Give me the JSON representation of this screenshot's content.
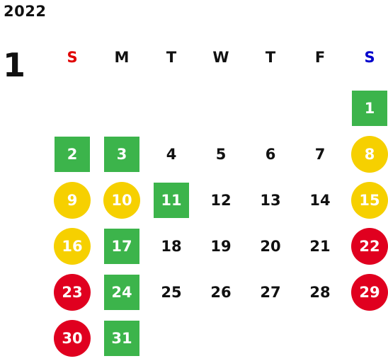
{
  "year": "2022",
  "month": "1",
  "weekdays": [
    {
      "label": "S",
      "color": "#e00000"
    },
    {
      "label": "M",
      "color": "#111111"
    },
    {
      "label": "T",
      "color": "#111111"
    },
    {
      "label": "W",
      "color": "#111111"
    },
    {
      "label": "T",
      "color": "#111111"
    },
    {
      "label": "F",
      "color": "#111111"
    },
    {
      "label": "S",
      "color": "#0000cc"
    }
  ],
  "legend_colors": {
    "green_square": "#3cb44b",
    "yellow_circle": "#f6d000",
    "red_circle": "#e0001f"
  },
  "days": [
    {
      "day": "1",
      "week": 0,
      "weekday": 6,
      "mark": "green-square"
    },
    {
      "day": "2",
      "week": 1,
      "weekday": 0,
      "mark": "green-square"
    },
    {
      "day": "3",
      "week": 1,
      "weekday": 1,
      "mark": "green-square"
    },
    {
      "day": "4",
      "week": 1,
      "weekday": 2,
      "mark": "none"
    },
    {
      "day": "5",
      "week": 1,
      "weekday": 3,
      "mark": "none"
    },
    {
      "day": "6",
      "week": 1,
      "weekday": 4,
      "mark": "none"
    },
    {
      "day": "7",
      "week": 1,
      "weekday": 5,
      "mark": "none"
    },
    {
      "day": "8",
      "week": 1,
      "weekday": 6,
      "mark": "yellow-circle"
    },
    {
      "day": "9",
      "week": 2,
      "weekday": 0,
      "mark": "yellow-circle"
    },
    {
      "day": "10",
      "week": 2,
      "weekday": 1,
      "mark": "yellow-circle"
    },
    {
      "day": "11",
      "week": 2,
      "weekday": 2,
      "mark": "green-square"
    },
    {
      "day": "12",
      "week": 2,
      "weekday": 3,
      "mark": "none"
    },
    {
      "day": "13",
      "week": 2,
      "weekday": 4,
      "mark": "none"
    },
    {
      "day": "14",
      "week": 2,
      "weekday": 5,
      "mark": "none"
    },
    {
      "day": "15",
      "week": 2,
      "weekday": 6,
      "mark": "yellow-circle"
    },
    {
      "day": "16",
      "week": 3,
      "weekday": 0,
      "mark": "yellow-circle"
    },
    {
      "day": "17",
      "week": 3,
      "weekday": 1,
      "mark": "green-square"
    },
    {
      "day": "18",
      "week": 3,
      "weekday": 2,
      "mark": "none"
    },
    {
      "day": "19",
      "week": 3,
      "weekday": 3,
      "mark": "none"
    },
    {
      "day": "20",
      "week": 3,
      "weekday": 4,
      "mark": "none"
    },
    {
      "day": "21",
      "week": 3,
      "weekday": 5,
      "mark": "none"
    },
    {
      "day": "22",
      "week": 3,
      "weekday": 6,
      "mark": "red-circle"
    },
    {
      "day": "23",
      "week": 4,
      "weekday": 0,
      "mark": "red-circle"
    },
    {
      "day": "24",
      "week": 4,
      "weekday": 1,
      "mark": "green-square"
    },
    {
      "day": "25",
      "week": 4,
      "weekday": 2,
      "mark": "none"
    },
    {
      "day": "26",
      "week": 4,
      "weekday": 3,
      "mark": "none"
    },
    {
      "day": "27",
      "week": 4,
      "weekday": 4,
      "mark": "none"
    },
    {
      "day": "28",
      "week": 4,
      "weekday": 5,
      "mark": "none"
    },
    {
      "day": "29",
      "week": 4,
      "weekday": 6,
      "mark": "red-circle"
    },
    {
      "day": "30",
      "week": 5,
      "weekday": 0,
      "mark": "red-circle"
    },
    {
      "day": "31",
      "week": 5,
      "weekday": 1,
      "mark": "green-square"
    }
  ]
}
